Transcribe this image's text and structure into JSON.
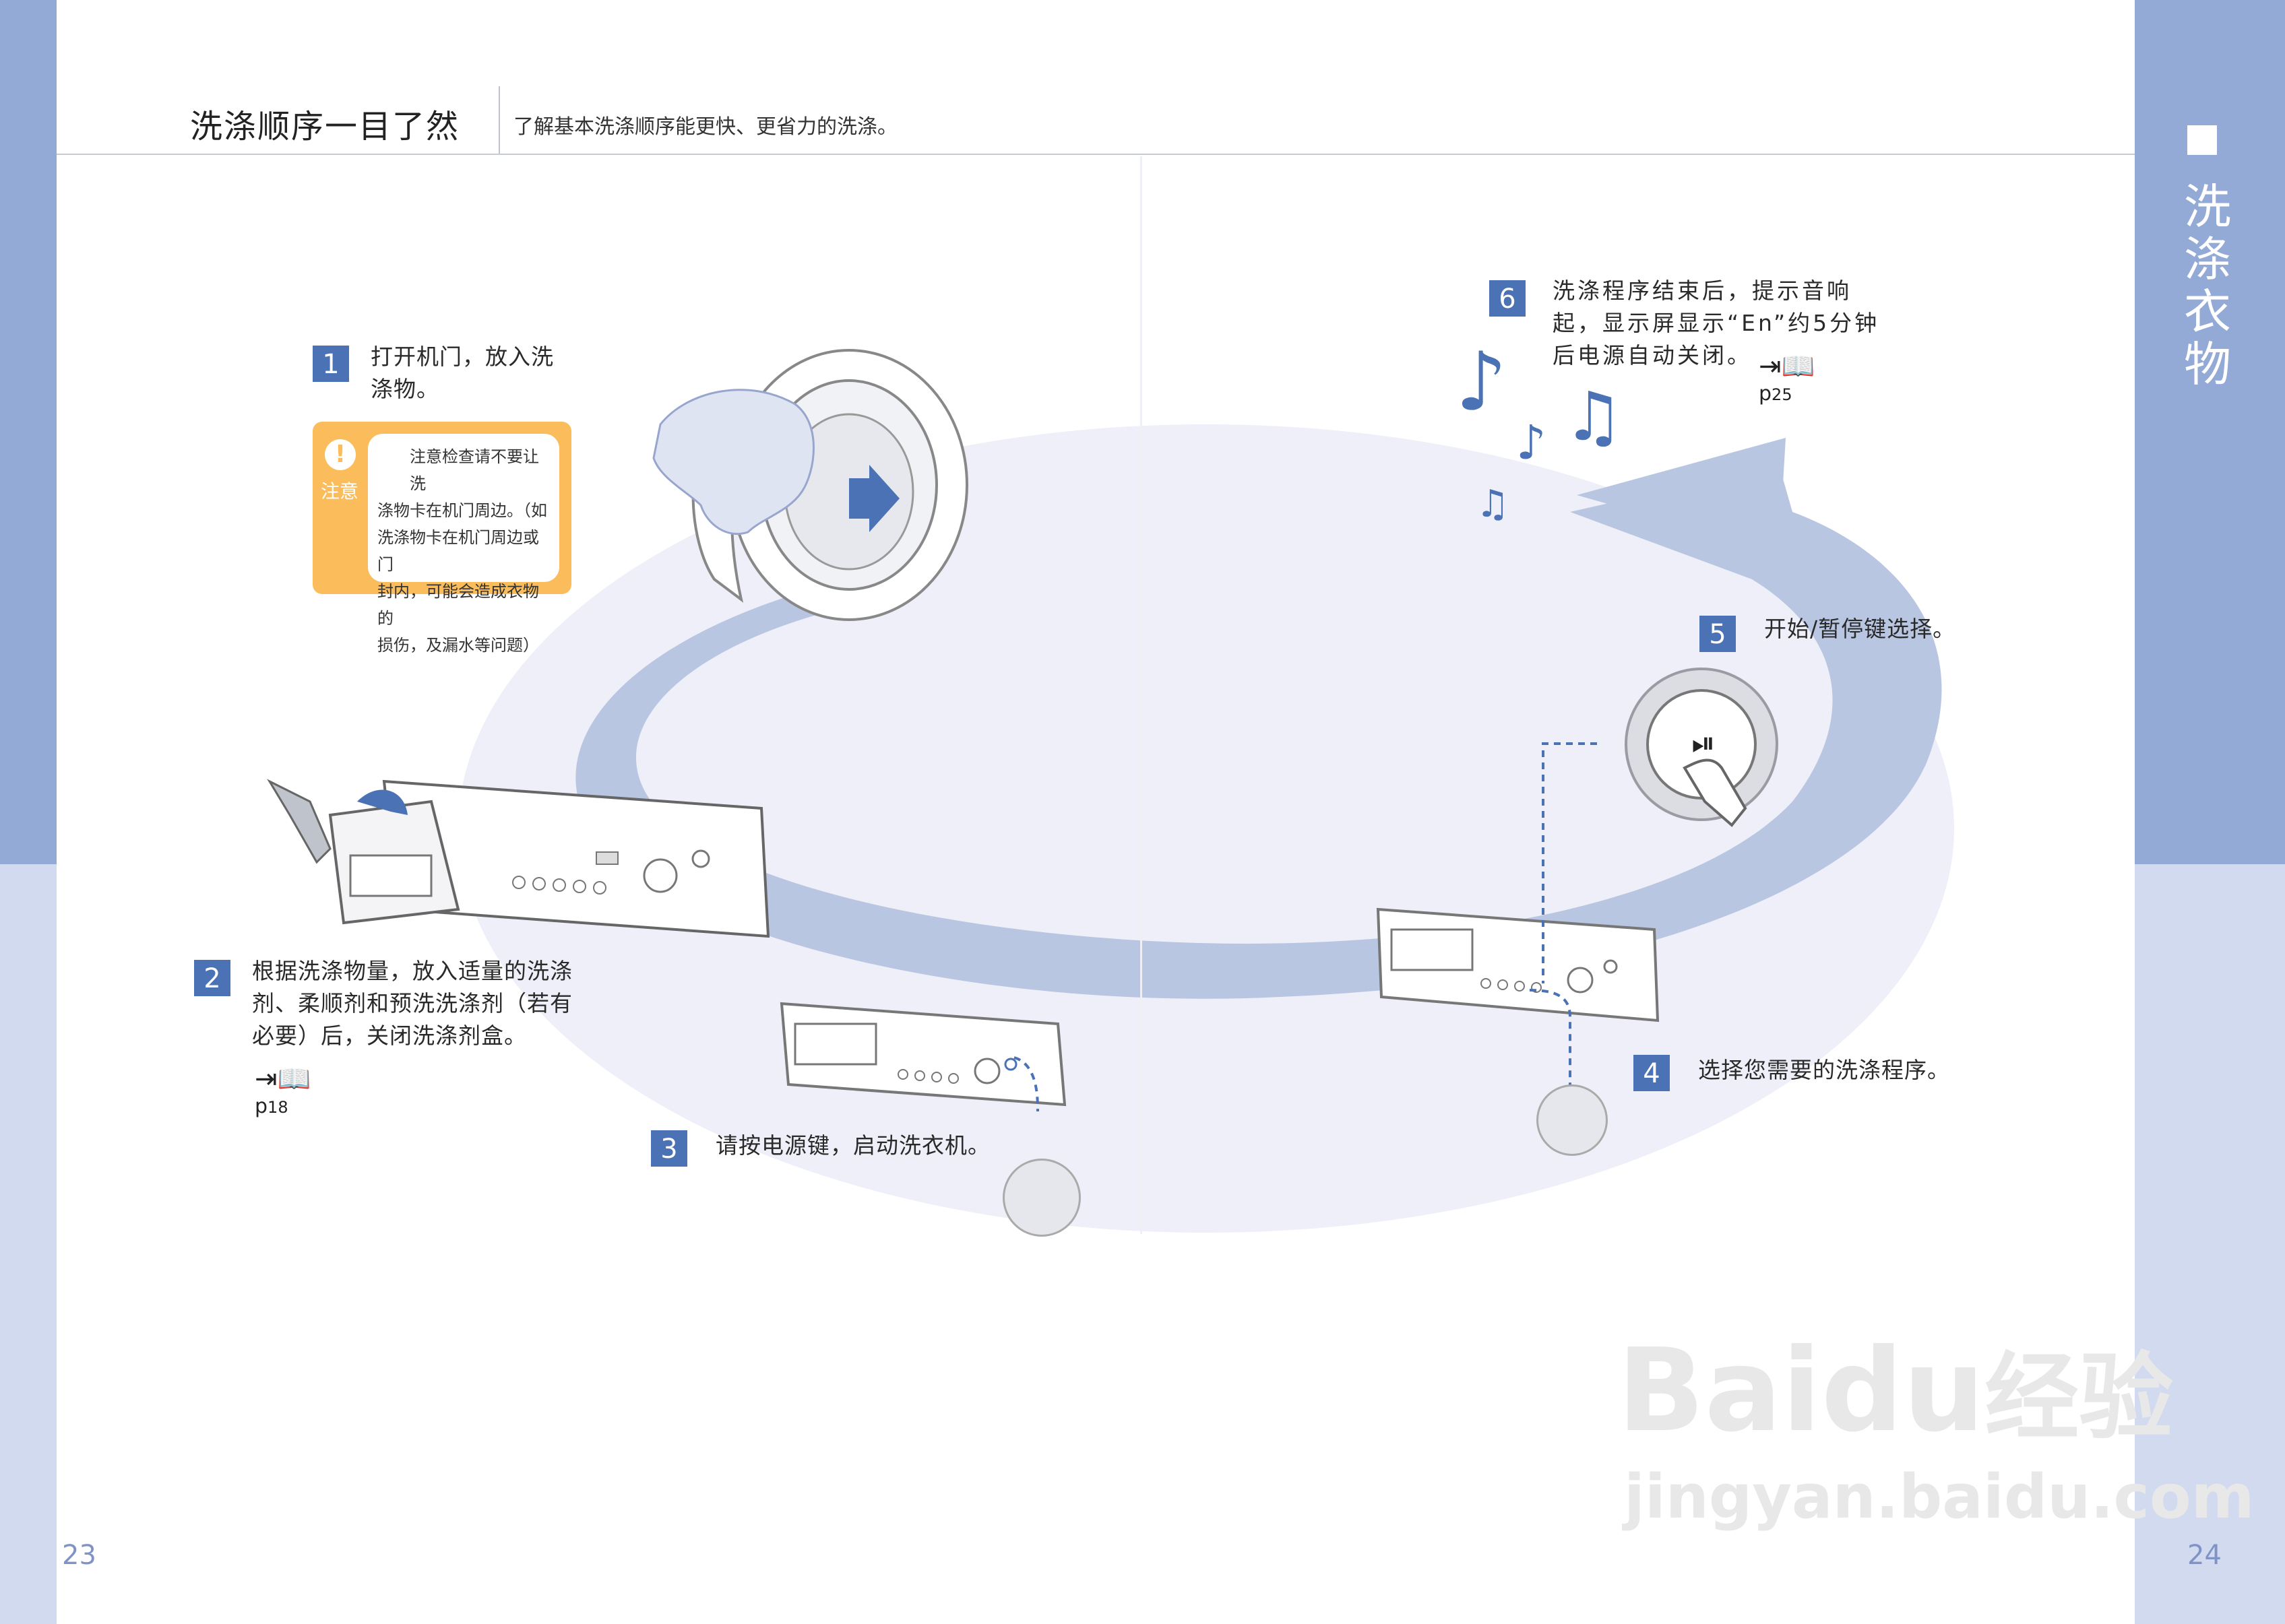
{
  "header": {
    "title": "洗涤顺序一目了然",
    "subtitle": "了解基本洗涤顺序能更快、更省力的洗涤。"
  },
  "side_tab": {
    "title": "洗涤衣物"
  },
  "steps": [
    {
      "num": "1",
      "text": [
        "打开机门，放入洗",
        "涤物。"
      ]
    },
    {
      "num": "2",
      "text": [
        "根据洗涤物量，放入适量的洗涤",
        "剂、柔顺剂和预洗洗涤剂（若有",
        "必要）后，关闭洗涤剂盒。"
      ],
      "ref": {
        "prefix": "p",
        "page": "18"
      }
    },
    {
      "num": "3",
      "text": [
        "请按电源键，启动洗衣机。"
      ]
    },
    {
      "num": "4",
      "text": [
        "选择您需要的洗涤程序。"
      ]
    },
    {
      "num": "5",
      "text": [
        "开始/暂停键选择。"
      ]
    },
    {
      "num": "6",
      "text": [
        "洗涤程序结束后，提示音响",
        "起，显示屏显示“En”约5分钟",
        "后电源自动关闭。"
      ],
      "ref": {
        "prefix": "p",
        "page": "25"
      }
    }
  ],
  "caution": {
    "icon": "!",
    "label": "注意",
    "lines": [
      "注意检查请不要让洗",
      "涤物卡在机门周边。（如",
      "洗涤物卡在机门周边或门",
      "封内，可能会造成衣物的",
      "损伤，及漏水等问题）"
    ]
  },
  "page_numbers": {
    "left": "23",
    "right": "24"
  },
  "watermark": {
    "line1": "Bai",
    "line2": "du",
    "line3": "经验",
    "url": "jingyan.baidu.com"
  },
  "icons": {
    "play_pause": "play-pause-icon",
    "music": "music-note-icon",
    "book": "book-reference-icon",
    "hand": "pointing-hand-icon"
  },
  "colors": {
    "band_dark": "#93a9d6",
    "band_light": "#d2daf0",
    "step_blue": "#4a72b4",
    "caution_orange": "#fbbd5c",
    "swirl": "#b8c6e2",
    "swirl_bg": "#eeeff8"
  }
}
